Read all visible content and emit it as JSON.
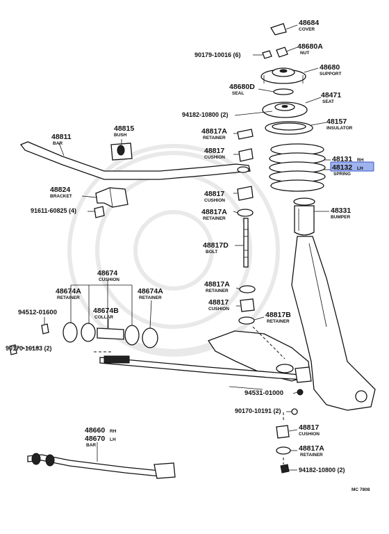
{
  "callouts": {
    "p48684": {
      "num": "48684",
      "name": "COVER"
    },
    "p48680a": {
      "num": "48680A",
      "name": "NUT"
    },
    "p90179": {
      "num": "90179-10016 (6)"
    },
    "p48680": {
      "num": "48680",
      "name": "SUPPORT"
    },
    "p48680d": {
      "num": "48680D",
      "name": "SEAL"
    },
    "p48471": {
      "num": "48471",
      "name": "SEAT"
    },
    "p94182a": {
      "num": "94182-10800 (2)"
    },
    "p48157": {
      "num": "48157",
      "name": "INSULATOR"
    },
    "p48817a_1": {
      "num": "48817A",
      "name": "RETAINER"
    },
    "p48815": {
      "num": "48815",
      "name": "BUSH"
    },
    "p48811": {
      "num": "48811",
      "name": "BAR"
    },
    "p48817_1": {
      "num": "48817",
      "name": "CUSHION"
    },
    "p48131": {
      "num": "48131",
      "side": "RH"
    },
    "p48132": {
      "num": "48132",
      "side": "LH",
      "name": "SPRING"
    },
    "p48824": {
      "num": "48824",
      "name": "BRACKET"
    },
    "p91611": {
      "num": "91611-60825 (4)"
    },
    "p48817_2": {
      "num": "48817",
      "name": "CUSHION"
    },
    "p48817a_2": {
      "num": "48817A",
      "name": "RETAINER"
    },
    "p48331": {
      "num": "48331",
      "name": "BUMPER"
    },
    "p48817d": {
      "num": "48817D",
      "name": "BOLT"
    },
    "p48674": {
      "num": "48674",
      "name": "CUSHION"
    },
    "p48674a_l": {
      "num": "48674A",
      "name": "RETAINER"
    },
    "p48674a_r": {
      "num": "48674A",
      "name": "RETAINER"
    },
    "p94512": {
      "num": "94512-01600"
    },
    "p48674b": {
      "num": "48674B",
      "name": "COLLAR"
    },
    "p90170a": {
      "num": "90170-16183 (2)"
    },
    "p48817a_3": {
      "num": "48817A",
      "name": "RETAINER"
    },
    "p48817_3": {
      "num": "48817",
      "name": "CUSHION"
    },
    "p48817b": {
      "num": "48817B",
      "name": "RETAINER"
    },
    "p94531": {
      "num": "94531-01000"
    },
    "p90170b": {
      "num": "90170-10191 (2)"
    },
    "p48817_4": {
      "num": "48817",
      "name": "CUSHION"
    },
    "p48817a_4": {
      "num": "48817A",
      "name": "RETAINER"
    },
    "p94182b": {
      "num": "94182-10800 (2)"
    },
    "p48660": {
      "num": "48660",
      "side": "RH"
    },
    "p48670": {
      "num": "48670",
      "side": "LH",
      "name": "BAR"
    }
  },
  "footer_code": "MC 7808",
  "colors": {
    "ink": "#111111",
    "highlight": "#9fb3ee",
    "highlight_border": "#3a55c8",
    "watermark": "#e9e9e9"
  }
}
